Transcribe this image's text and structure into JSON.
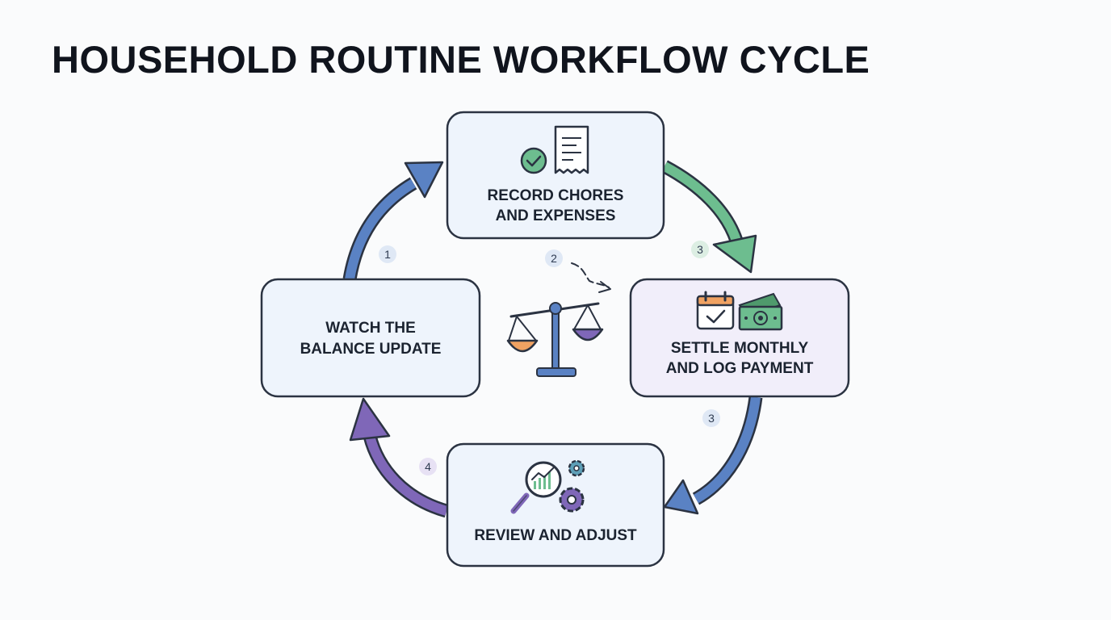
{
  "title": "HOUSEHOLD ROUTINE WORKFLOW CYCLE",
  "steps": {
    "record": {
      "line1": "RECORD CHORES",
      "line2": "AND EXPENSES"
    },
    "settle": {
      "line1": "SETTLE MONTHLY",
      "line2": "AND LOG PAYMENT"
    },
    "review": {
      "line1": "REVIEW AND ADJUST"
    },
    "watch": {
      "line1": "WATCH THE",
      "line2": "BALANCE UPDATE"
    }
  },
  "badges": {
    "b1": "1",
    "b2": "2",
    "b3a": "3",
    "b3b": "3",
    "b4": "4"
  },
  "colors": {
    "blue": "#5a82c4",
    "green": "#6dbd8f",
    "purple": "#7f67b8",
    "box_fill": "#eef4fc",
    "settle_fill": "#f1eefa",
    "border": "#2b3342"
  },
  "icons": {
    "record": [
      "check-circle-icon",
      "receipt-icon"
    ],
    "settle": [
      "calendar-check-icon",
      "cash-icon"
    ],
    "review": [
      "magnifier-chart-icon",
      "gears-icon"
    ],
    "center": [
      "balance-scale-icon"
    ]
  }
}
